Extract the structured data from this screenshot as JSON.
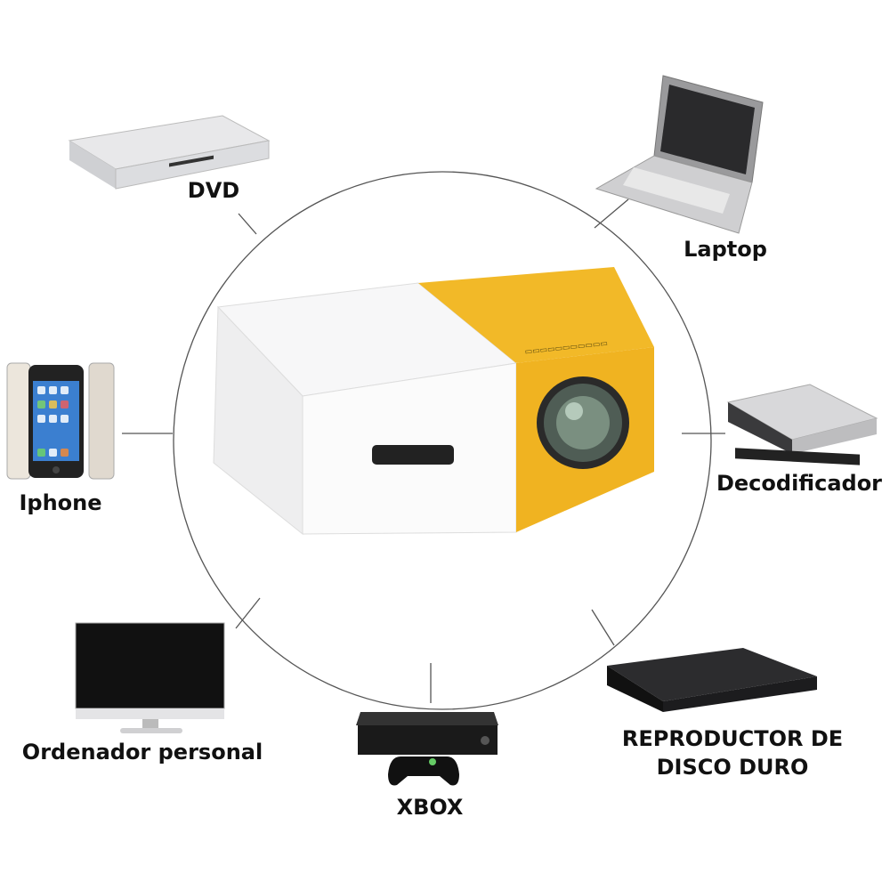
{
  "title": "Mini projector compatible devices",
  "center": {
    "device": "projector"
  },
  "devices": [
    {
      "id": "dvd",
      "label": "DVD"
    },
    {
      "id": "laptop",
      "label": "Laptop"
    },
    {
      "id": "iphone",
      "label": "Iphone"
    },
    {
      "id": "decoder",
      "label": "Decodificador"
    },
    {
      "id": "pc",
      "label": "Ordenador personal"
    },
    {
      "id": "xbox",
      "label": "XBOX"
    },
    {
      "id": "hdd",
      "label_line1": "REPRODUCTOR DE",
      "label_line2": "DISCO DURO"
    }
  ],
  "colors": {
    "projector_yellow": "#f2b928",
    "line": "#555555"
  }
}
